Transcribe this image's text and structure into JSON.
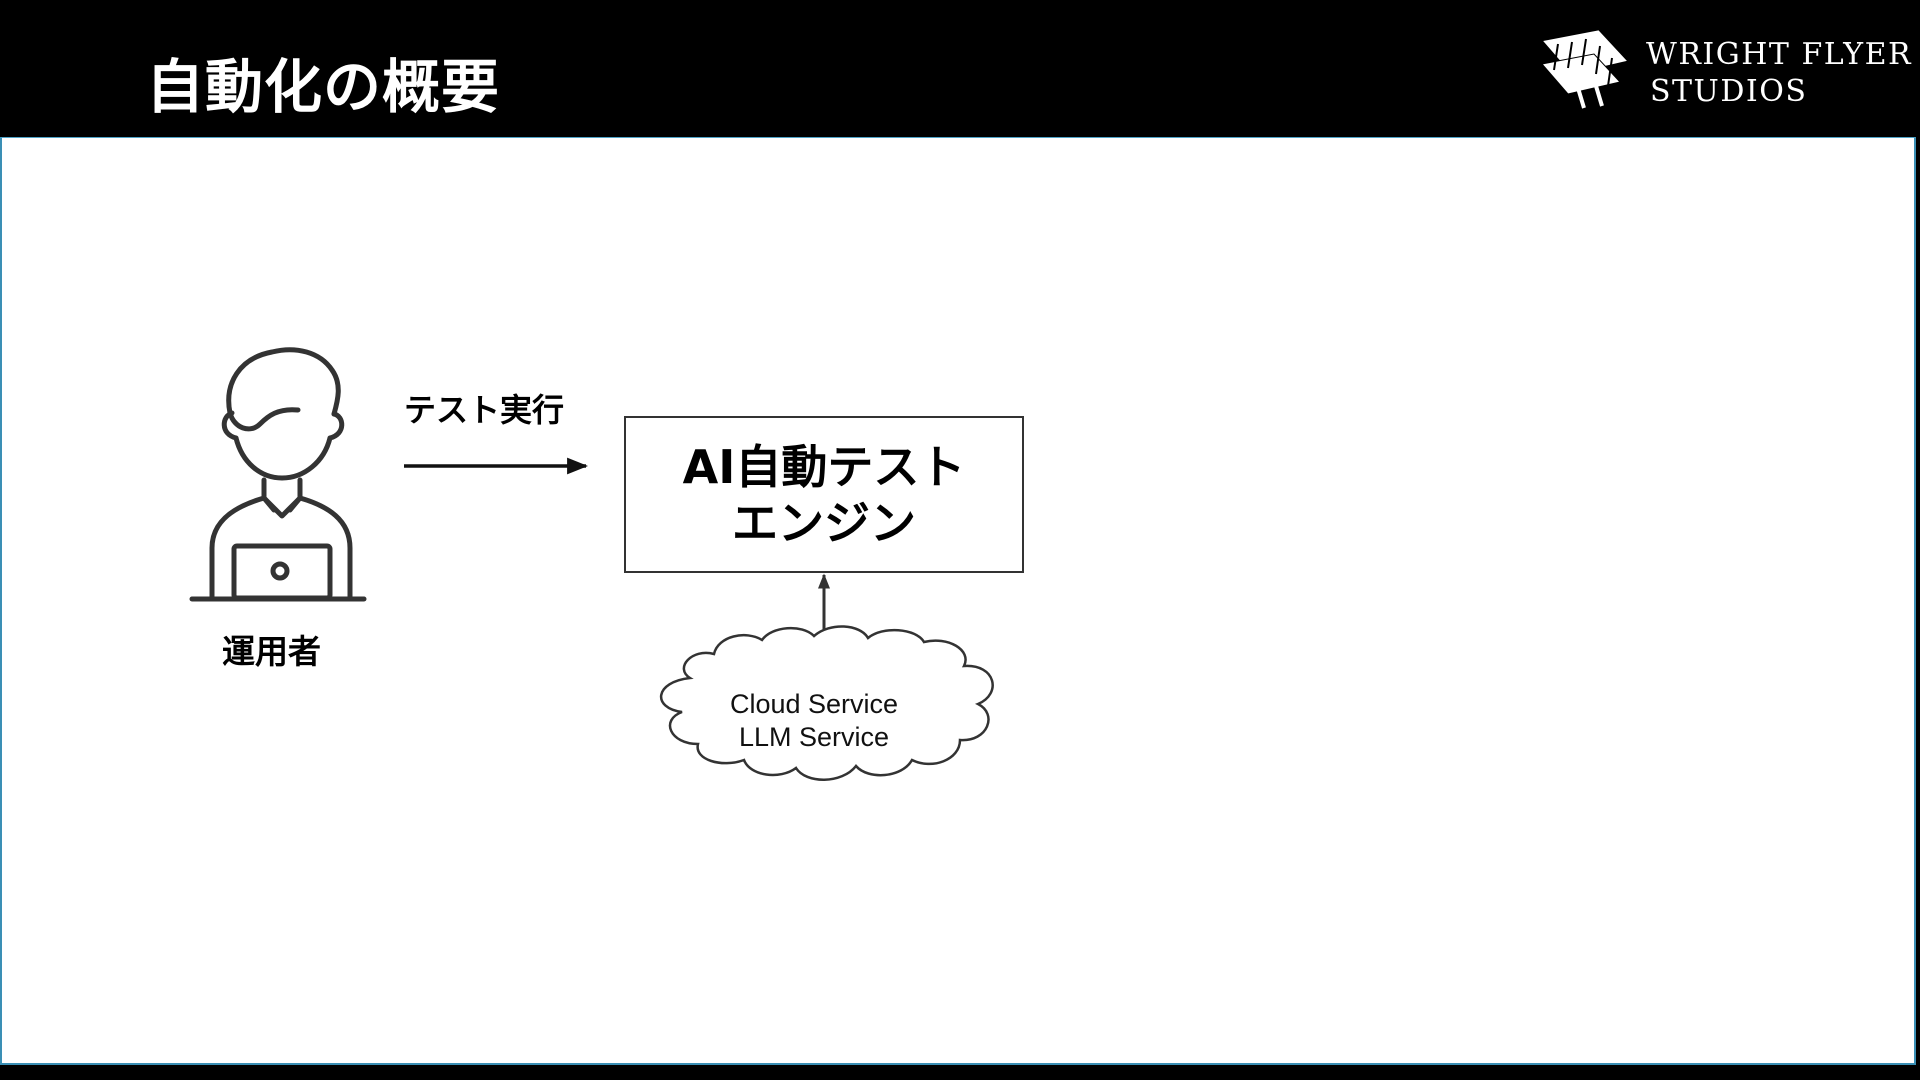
{
  "header": {
    "title": "自動化の概要",
    "logo": {
      "line1": "WRIGHT FLYER",
      "line2": "STUDIOS"
    }
  },
  "diagram": {
    "operator_label": "運用者",
    "arrow_label": "テスト実行",
    "engine": {
      "line1": "AI自動テスト",
      "line2": "エンジン"
    },
    "cloud": {
      "line1": "Cloud Service",
      "line2": "LLM Service"
    }
  },
  "colors": {
    "header_bg": "#000000",
    "canvas_bg": "#ffffff",
    "frame_accent": "#3a8fb5"
  }
}
